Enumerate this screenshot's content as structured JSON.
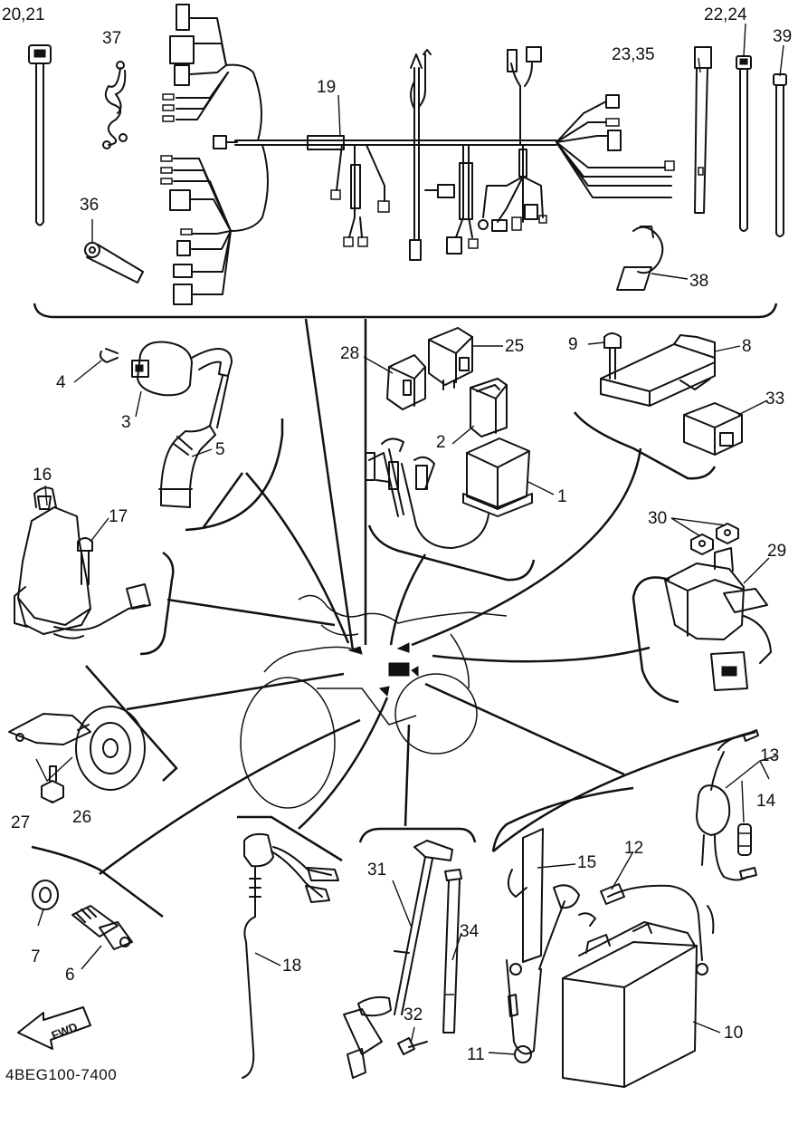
{
  "diagram": {
    "code": "4BEG100-7400",
    "fwd_label": "FWD",
    "callouts": [
      {
        "id": "c-20-21",
        "text": "20,21"
      },
      {
        "id": "c-37",
        "text": "37"
      },
      {
        "id": "c-19",
        "text": "19"
      },
      {
        "id": "c-22-24",
        "text": "22,24"
      },
      {
        "id": "c-39",
        "text": "39"
      },
      {
        "id": "c-23-35",
        "text": "23,35"
      },
      {
        "id": "c-36",
        "text": "36"
      },
      {
        "id": "c-38",
        "text": "38"
      },
      {
        "id": "c-4",
        "text": "4"
      },
      {
        "id": "c-3",
        "text": "3"
      },
      {
        "id": "c-5",
        "text": "5"
      },
      {
        "id": "c-28",
        "text": "28"
      },
      {
        "id": "c-25",
        "text": "25"
      },
      {
        "id": "c-2",
        "text": "2"
      },
      {
        "id": "c-1",
        "text": "1"
      },
      {
        "id": "c-9",
        "text": "9"
      },
      {
        "id": "c-8",
        "text": "8"
      },
      {
        "id": "c-33",
        "text": "33"
      },
      {
        "id": "c-16",
        "text": "16"
      },
      {
        "id": "c-17",
        "text": "17"
      },
      {
        "id": "c-30",
        "text": "30"
      },
      {
        "id": "c-29",
        "text": "29"
      },
      {
        "id": "c-27",
        "text": "27"
      },
      {
        "id": "c-26",
        "text": "26"
      },
      {
        "id": "c-13",
        "text": "13"
      },
      {
        "id": "c-14",
        "text": "14"
      },
      {
        "id": "c-12",
        "text": "12"
      },
      {
        "id": "c-15",
        "text": "15"
      },
      {
        "id": "c-31",
        "text": "31"
      },
      {
        "id": "c-34",
        "text": "34"
      },
      {
        "id": "c-18",
        "text": "18"
      },
      {
        "id": "c-7",
        "text": "7"
      },
      {
        "id": "c-6",
        "text": "6"
      },
      {
        "id": "c-32",
        "text": "32"
      },
      {
        "id": "c-11",
        "text": "11"
      },
      {
        "id": "c-10",
        "text": "10"
      }
    ]
  }
}
